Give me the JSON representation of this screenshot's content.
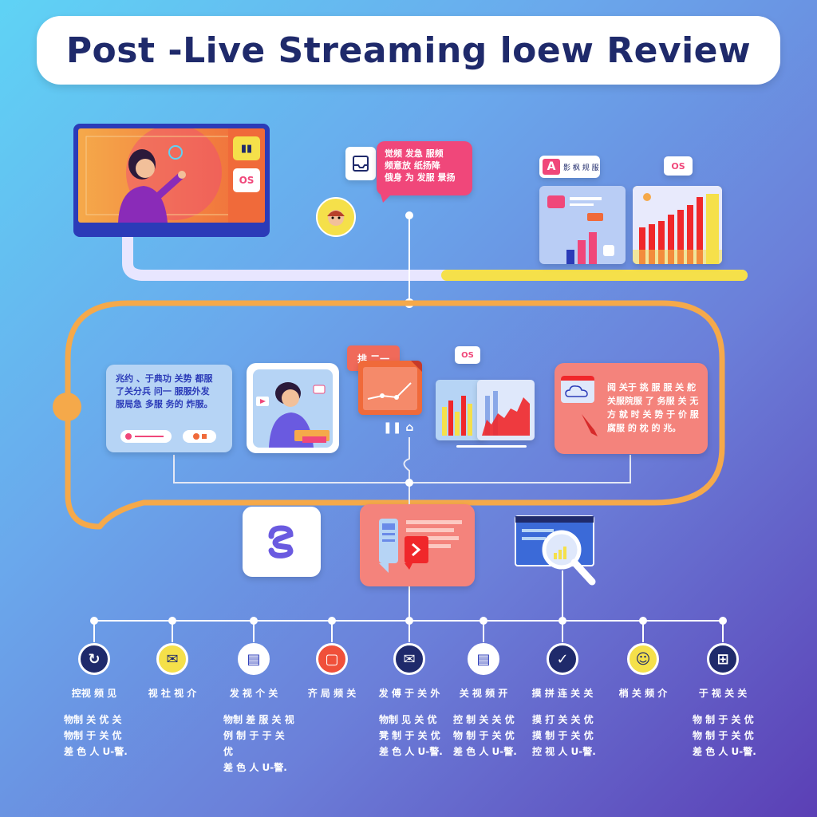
{
  "title": "Post -Live Streaming loew Review",
  "colors": {
    "accent_orange": "#f5a94a",
    "accent_yellow": "#f5e04a",
    "pink": "#f0477a",
    "navy": "#1f2a6b",
    "salmon": "#f4837c"
  },
  "top": {
    "monitor_badge_os": "OS",
    "speech_text": "觉频 发急 服频\n频意放 纸扬降\n俄身 为 发服 景扬",
    "ad_chip_letter": "A",
    "ad_chip_text": "影 枫 规 服",
    "os_chip": "OS"
  },
  "middle": {
    "left_text": "兆约 、于典功 关势 都服\n了关分兵 问一 服服外发\n服局急 多服 务的 炸服。",
    "doc_tag": "排 二一",
    "os_chip": "OS",
    "right_text": "阅 关于 挑 服 服 关 舵\n关服院服 了 务服 关 无\n方 就 时 关 势 于 价 服\n腐服 的 枕 的 兆。"
  },
  "steps": [
    {
      "icon": "chart-loop-icon",
      "label": "控视 频 见",
      "desc": "物制 关 优 关\n物制 于 关 优\n差 色 人 U-警."
    },
    {
      "icon": "note-icon",
      "label": "视 社 视 介",
      "desc": ""
    },
    {
      "icon": "document-icon",
      "label": "发 视 个 关",
      "desc": "物制 差 服 关 视\n例 制 于 于 关 优\n差 色 人 U-警."
    },
    {
      "icon": "calendar-icon",
      "label": "齐 局 频 关",
      "desc": ""
    },
    {
      "icon": "mail-icon",
      "label": "发 傅 于 关 外",
      "desc": "物制 见 关 优\n凳 制 于 关 优\n差 色 人 U-警."
    },
    {
      "icon": "checklist-icon",
      "label": "关 视 频 开",
      "desc": "控 制 关 关 优\n物 制 于 关 优\n差 色 人 U-警."
    },
    {
      "icon": "check-icon",
      "label": "摸 拼 连 关 关",
      "desc": "摸 打 关 关 优\n摸 制 于 关 优\n控 视 人 U-警."
    },
    {
      "icon": "smile-icon",
      "label": "梢 关 频 介",
      "desc": ""
    },
    {
      "icon": "windows-icon",
      "label": "于 视 关 关",
      "desc": "物 制 于 关 优\n物 制 于 关 优\n差 色 人 U-警."
    }
  ]
}
